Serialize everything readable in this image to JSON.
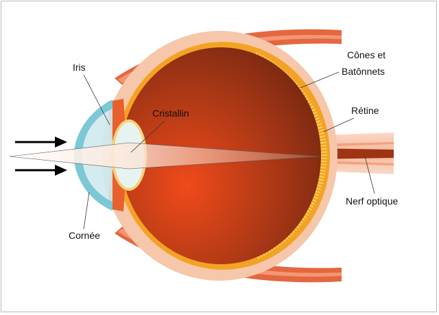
{
  "labels": {
    "iris": "Iris",
    "cristallin": "Cristallin",
    "cones_line1": "Cônes et",
    "cones_line2": "Batônnets",
    "retine": "Rétine",
    "nerf": "Nerf optique",
    "cornee": "Cornée"
  },
  "colors": {
    "sclera_outer": "#f6c7aa",
    "muscle": "#e4673f",
    "choroid": "#f4a224",
    "interior_dark": "#8a2f14",
    "interior_light": "#f04a1a",
    "cornea": "#7cc8d6",
    "lens": "#e6f3f0",
    "iris": "#e8612c",
    "nerve": "#9e3412"
  }
}
